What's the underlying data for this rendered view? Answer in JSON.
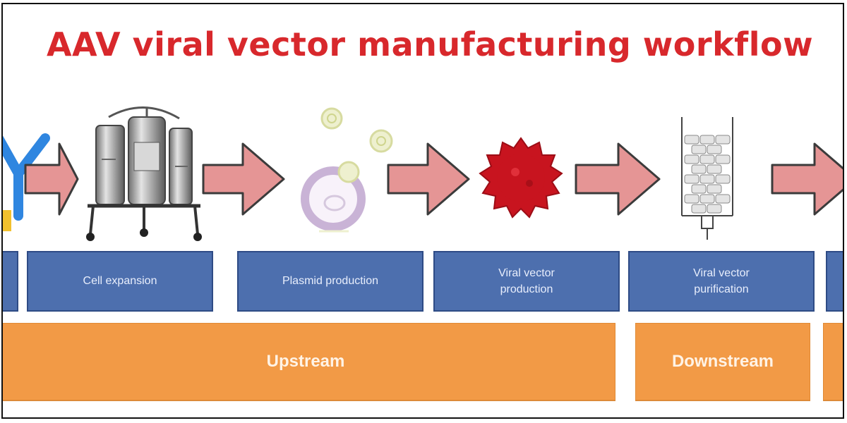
{
  "title": "AAV viral vector manufacturing workflow",
  "stages": [
    {
      "line1": "",
      "line2": ""
    },
    {
      "line1": "Cell expansion",
      "line2": ""
    },
    {
      "line1": "Plasmid production",
      "line2": ""
    },
    {
      "line1": "Viral vector",
      "line2": "production"
    },
    {
      "line1": "Viral vector",
      "line2": "purification"
    },
    {
      "line1": "",
      "line2": ""
    }
  ],
  "phases": [
    {
      "label": "Upstream"
    },
    {
      "label": "Downstream"
    },
    {
      "label": ""
    }
  ],
  "colors": {
    "title": "#d8282c",
    "arrow_fill": "#e59595",
    "arrow_stroke": "#3b3b3b",
    "stage_box": "#4d6fae",
    "phase_box": "#f29a46",
    "virus": "#c8141f",
    "plasmid": "#c9b3d6",
    "antibody_blue": "#2f86e0",
    "antibody_yellow": "#f2c12e"
  },
  "icons": [
    "antibody-icon",
    "bioreactor-icon",
    "plasmid-icon",
    "virus-icon",
    "chromatography-column-icon"
  ]
}
